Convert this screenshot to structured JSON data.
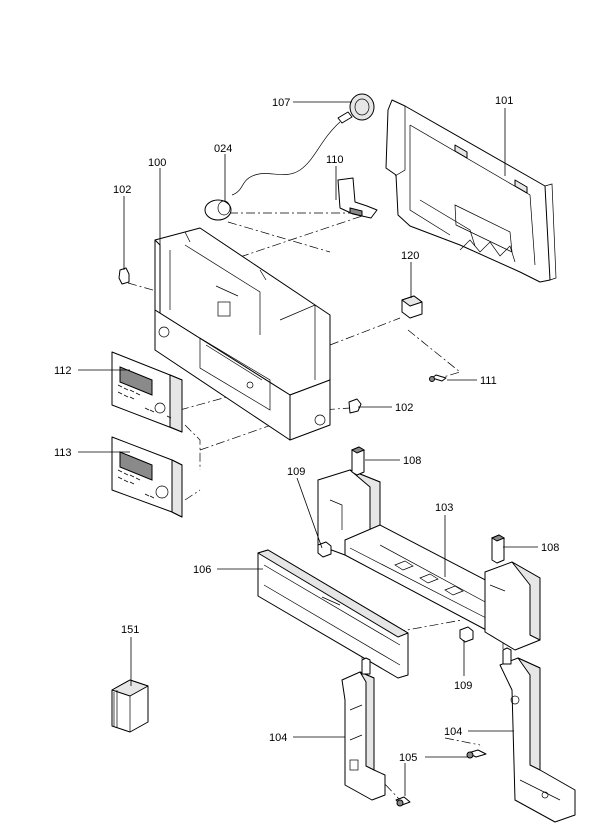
{
  "callouts": [
    {
      "id": "107",
      "text": "107"
    },
    {
      "id": "101",
      "text": "101"
    },
    {
      "id": "024",
      "text": "024"
    },
    {
      "id": "100",
      "text": "100"
    },
    {
      "id": "110",
      "text": "110"
    },
    {
      "id": "102a",
      "text": "102"
    },
    {
      "id": "120",
      "text": "120"
    },
    {
      "id": "112",
      "text": "112"
    },
    {
      "id": "111",
      "text": "111"
    },
    {
      "id": "102b",
      "text": "102"
    },
    {
      "id": "113",
      "text": "113"
    },
    {
      "id": "108a",
      "text": "108"
    },
    {
      "id": "109a",
      "text": "109"
    },
    {
      "id": "103",
      "text": "103"
    },
    {
      "id": "108b",
      "text": "108"
    },
    {
      "id": "106",
      "text": "106"
    },
    {
      "id": "151",
      "text": "151"
    },
    {
      "id": "109b",
      "text": "109"
    },
    {
      "id": "104a",
      "text": "104"
    },
    {
      "id": "104b",
      "text": "104"
    },
    {
      "id": "105",
      "text": "105"
    }
  ]
}
